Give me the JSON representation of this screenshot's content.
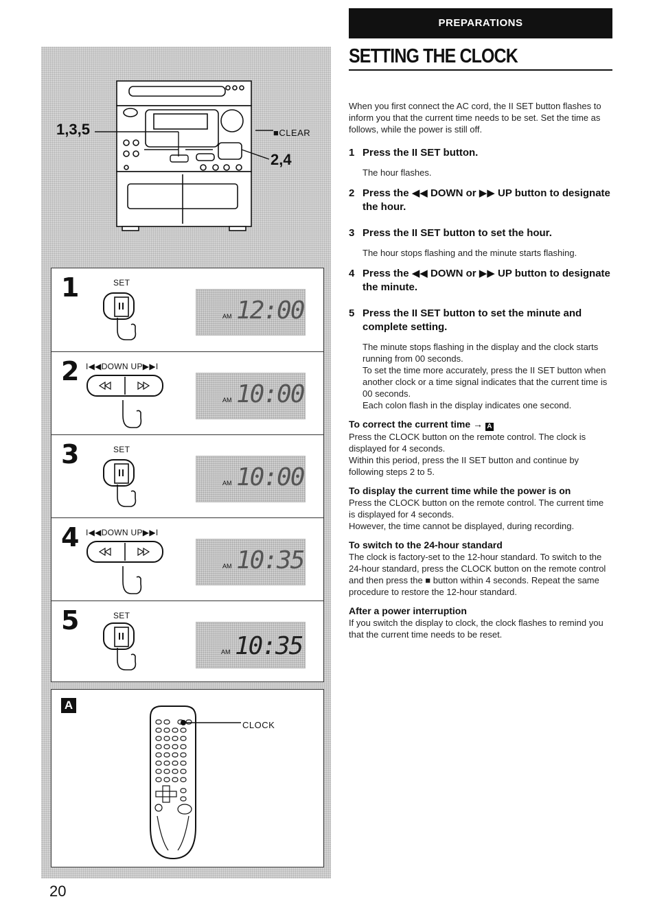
{
  "page": {
    "number": "20"
  },
  "section": {
    "label": "PREPARATIONS",
    "title": "SETTING THE CLOCK"
  },
  "intro": "When you first connect the AC cord, the II SET button flashes to inform you that the current time needs to be set. Set the time as follows, while the power is still off.",
  "instructions": [
    {
      "num": "1",
      "text": "Press the II SET button.",
      "note": "The hour flashes."
    },
    {
      "num": "2",
      "text": "Press the ◀◀ DOWN or ▶▶ UP button to designate the hour.",
      "note": ""
    },
    {
      "num": "3",
      "text": "Press the II SET button to set the hour.",
      "note": "The hour stops flashing and the minute starts flashing."
    },
    {
      "num": "4",
      "text": "Press the ◀◀ DOWN or ▶▶ UP button to designate the minute.",
      "note": ""
    },
    {
      "num": "5",
      "text": "Press the II SET button to set the minute and complete setting.",
      "note": "The minute stops flashing in the display and the clock starts running from 00 seconds."
    }
  ],
  "step5_extra": [
    "To set the time more accurately, press the II SET button when another clock or a time signal indicates that the current time is 00 seconds.",
    "Each colon flash in the display indicates one second."
  ],
  "subsections": [
    {
      "heading": "To correct the current time →",
      "badge": "A",
      "lines": [
        "Press the CLOCK button on the remote control.  The clock is displayed for 4 seconds.",
        "Within this period, press the II SET button and continue by following steps 2 to 5."
      ]
    },
    {
      "heading": "To display the current time while the power is on",
      "badge": "",
      "lines": [
        "Press the CLOCK button on the remote control. The current time is displayed for 4 seconds.",
        "However, the time cannot be displayed, during recording."
      ]
    },
    {
      "heading": "To switch to the 24-hour standard",
      "badge": "",
      "lines": [
        "The clock is factory-set to the 12-hour standard.  To switch to the 24-hour standard, press the CLOCK button on the remote control and then press the ■ button within 4 seconds. Repeat the same procedure to restore the 12-hour standard."
      ]
    },
    {
      "heading": "After a power interruption",
      "badge": "",
      "lines": [
        "If you switch the display to clock, the clock flashes to remind you that the current time needs to be reset."
      ]
    }
  ],
  "figure": {
    "callout_left": "1,3,5",
    "callout_right": "2,4",
    "clear_label": "■CLEAR",
    "steps": [
      {
        "num": "1",
        "label": "SET",
        "display_am": "AM",
        "display_time": "12:00"
      },
      {
        "num": "2",
        "label": "I◀◀DOWN   UP▶▶I",
        "display_am": "AM",
        "display_time": "10:00"
      },
      {
        "num": "3",
        "label": "SET",
        "display_am": "AM",
        "display_time": "10:00"
      },
      {
        "num": "4",
        "label": "I◀◀DOWN   UP▶▶I",
        "display_am": "AM",
        "display_time": "10:35"
      },
      {
        "num": "5",
        "label": "SET",
        "display_am": "AM",
        "display_time": "10:35"
      }
    ],
    "remote": {
      "badge": "A",
      "clock_label": "CLOCK"
    }
  }
}
